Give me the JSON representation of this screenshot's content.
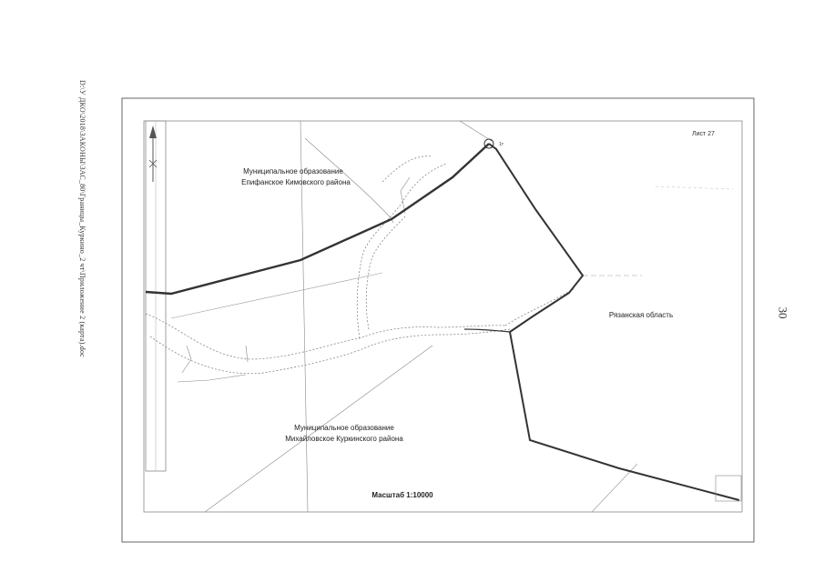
{
  "document": {
    "side_path": "D:\\У ДКО\\2018\\ЗАКОНЫ\\ЗАС_80\\Границы_Куркино_2 чт\\Приложение 2 (карта).doc",
    "page_number": "30"
  },
  "map": {
    "sheet_label": "Лист 27",
    "corner_mark": "1т",
    "scale_label": "Масштаб 1:10000",
    "regions": {
      "epifanskoe_line1": "Муниципальное образование",
      "epifanskoe_line2": "Епифанское Кимовского района",
      "mikhailovskoe_line1": "Муниципальное образование",
      "mikhailovskoe_line2": "Михайловское Куркинского района",
      "ryazan": "Рязанская область"
    },
    "colors": {
      "frame": "#555555",
      "boundary": "#333333",
      "grid": "#888888",
      "river": "#777777"
    }
  }
}
